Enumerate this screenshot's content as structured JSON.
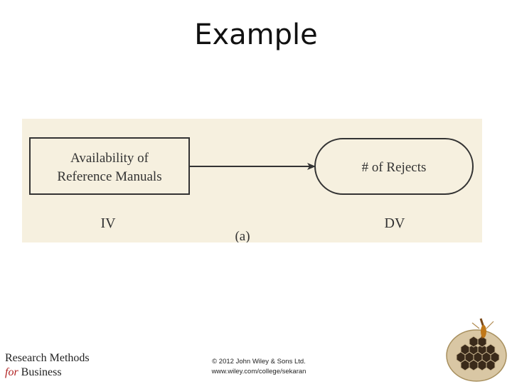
{
  "slide": {
    "title": "Example"
  },
  "diagram": {
    "independent_box_line1": "Availability of",
    "independent_box_line2": "Reference Manuals",
    "dependent_box": "# of Rejects",
    "iv_label": "IV",
    "dv_label": "DV",
    "panel_caption": "(a)"
  },
  "footer": {
    "book_line1": "Research Methods",
    "book_for": "for",
    "book_business": "Business",
    "copyright": "© 2012 John Wiley & Sons Ltd.",
    "url": "www.wiley.com/college/sekaran"
  },
  "colors": {
    "panel_background": "#f6f0df",
    "for_accent": "#b02020"
  },
  "icons": {
    "corner_image": "wasp-nest-icon"
  }
}
